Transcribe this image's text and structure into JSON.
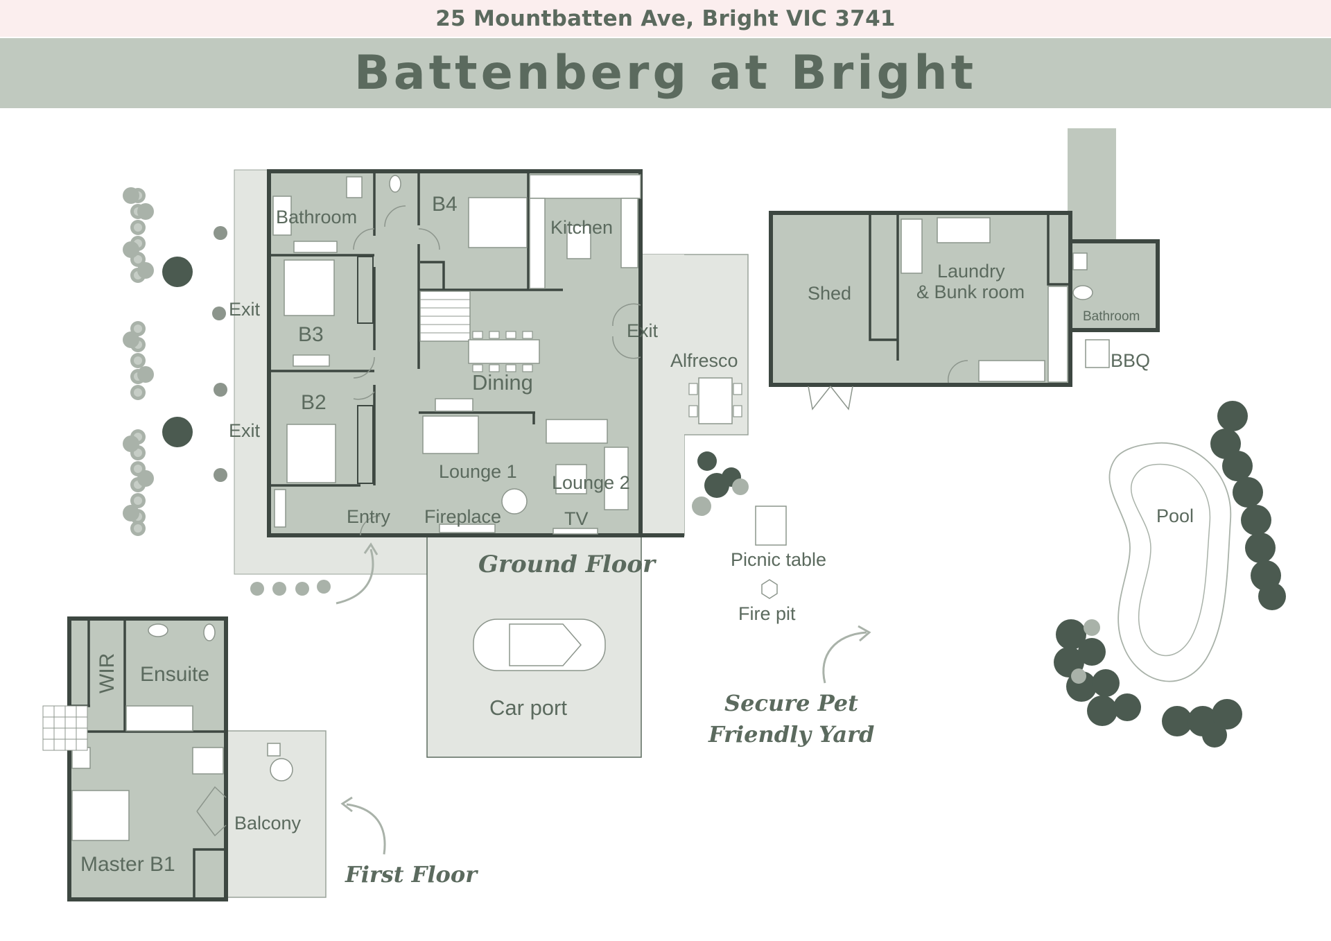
{
  "header": {
    "address": "25 Mountbatten Ave, Bright VIC 3741",
    "title": "Battenberg at Bright"
  },
  "colors": {
    "room_fill": "#bfc8be",
    "outdoor_fill": "#e3e6e1",
    "wall": "#3d4741",
    "text": "#5b6a5e",
    "header_pink": "#fbeeee",
    "header_green": "#c0c9bf",
    "tree": "#4b5a50",
    "shrub": "#a9b2a9"
  },
  "ground_floor": {
    "caption": "Ground Floor",
    "rooms": {
      "bathroom": "Bathroom",
      "b4": "B4",
      "kitchen": "Kitchen",
      "b3": "B3",
      "b2": "B2",
      "dining": "Dining",
      "lounge1": "Lounge 1",
      "lounge2": "Lounge 2",
      "entry": "Entry",
      "fireplace": "Fireplace",
      "tv": "TV",
      "exit_top": "Exit",
      "exit_bottom": "Exit",
      "exit_east": "Exit",
      "alfresco": "Alfresco",
      "car_port": "Car port"
    }
  },
  "outbuilding": {
    "shed": "Shed",
    "laundry_line1": "Laundry",
    "laundry_line2": "& Bunk room",
    "bathroom": "Bathroom",
    "bbq": "BBQ"
  },
  "yard": {
    "picnic_table": "Picnic table",
    "fire_pit": "Fire pit",
    "pool": "Pool",
    "caption_line1": "Secure Pet",
    "caption_line2": "Friendly Yard"
  },
  "first_floor": {
    "caption": "First Floor",
    "wir": "WIR",
    "ensuite": "Ensuite",
    "balcony": "Balcony",
    "master": "Master B1"
  }
}
